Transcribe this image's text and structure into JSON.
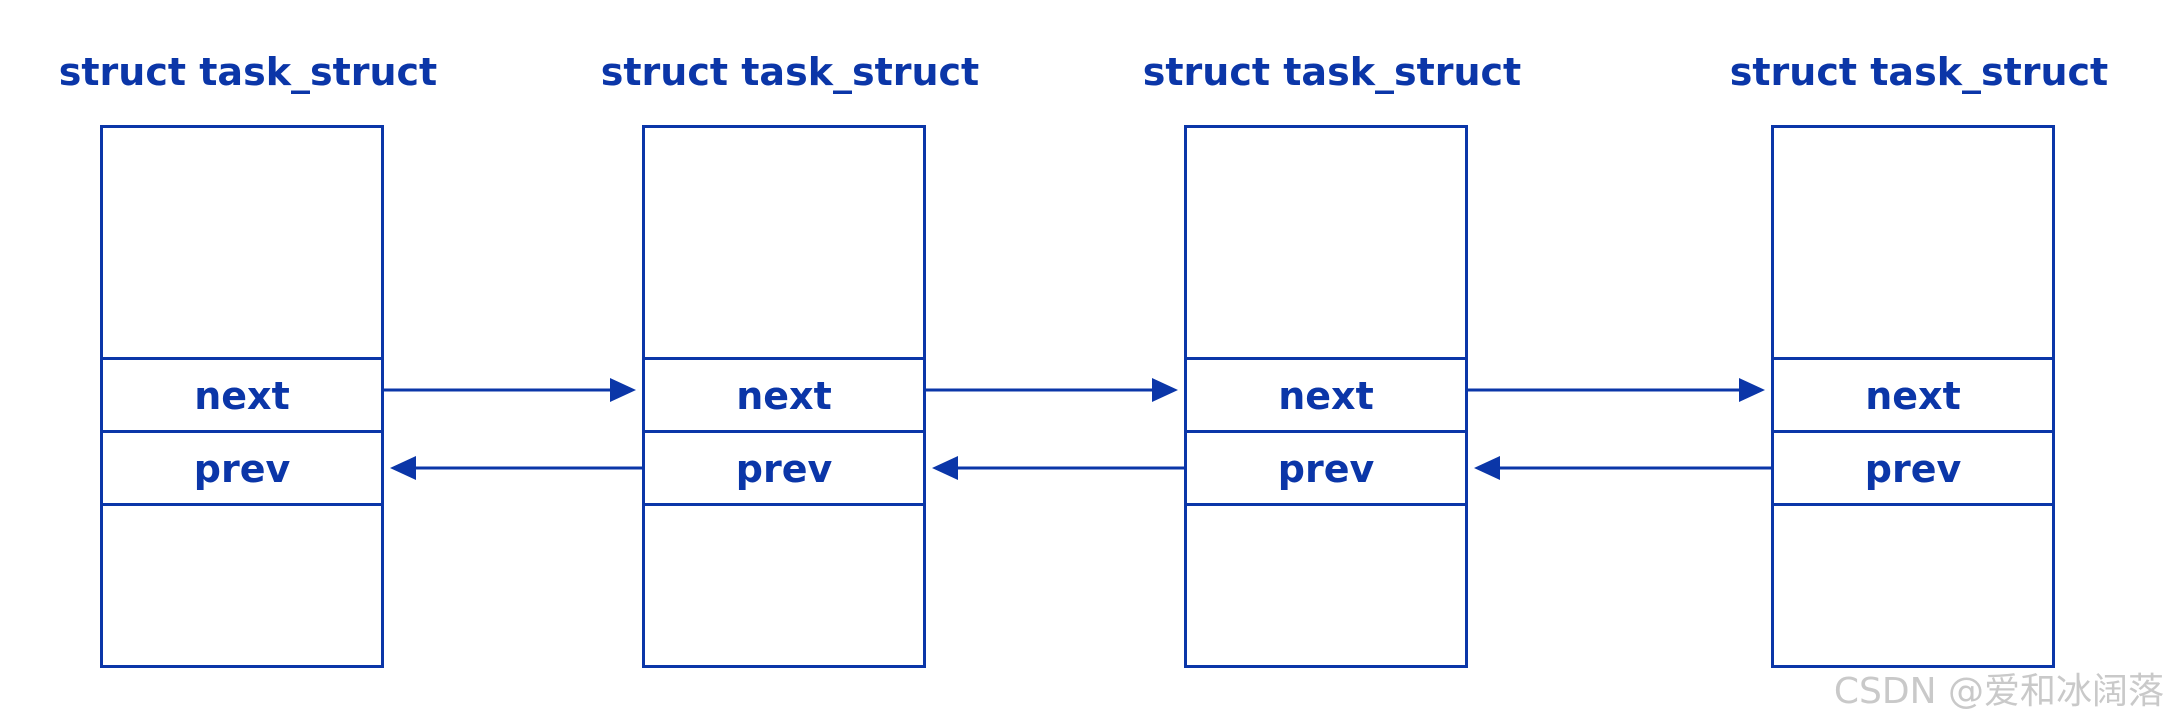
{
  "diagram": {
    "nodes": [
      {
        "title": "struct task_struct",
        "next_label": "next",
        "prev_label": "prev"
      },
      {
        "title": "struct task_struct",
        "next_label": "next",
        "prev_label": "prev"
      },
      {
        "title": "struct task_struct",
        "next_label": "next",
        "prev_label": "prev"
      },
      {
        "title": "struct task_struct",
        "next_label": "next",
        "prev_label": "prev"
      }
    ],
    "edges": [
      {
        "from": 0,
        "to": 1,
        "field": "next"
      },
      {
        "from": 1,
        "to": 2,
        "field": "next"
      },
      {
        "from": 2,
        "to": 3,
        "field": "next"
      },
      {
        "from": 1,
        "to": 0,
        "field": "prev"
      },
      {
        "from": 2,
        "to": 1,
        "field": "prev"
      },
      {
        "from": 3,
        "to": 2,
        "field": "prev"
      }
    ],
    "stroke_color": "#0b36a8"
  },
  "watermark": "CSDN @爱和冰阔落"
}
